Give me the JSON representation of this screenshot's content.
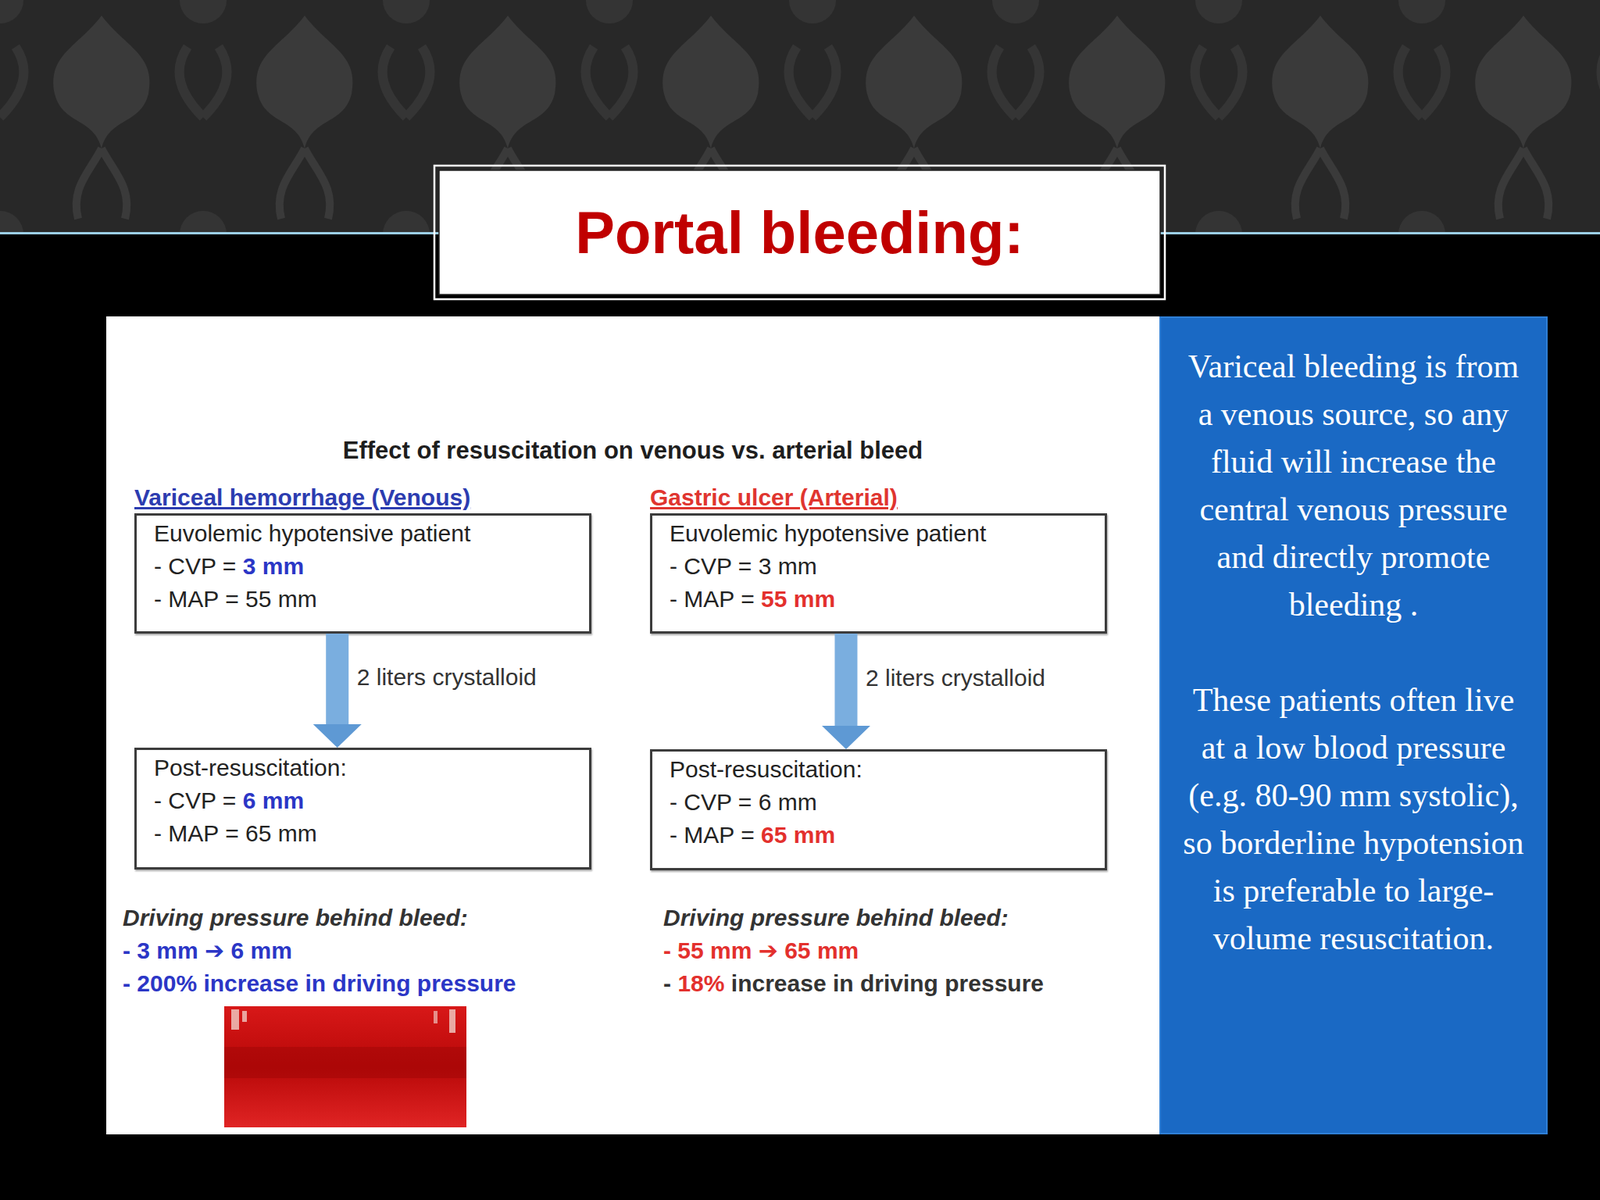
{
  "diagram": {
    "title": "Portal bleeding:",
    "nodes": [
      {
        "text": [
          "Euvolemic hypotensive patient",
          "- CVP =",
          "3 mm",
          "- MAP = 55 mm"
        ]
      },
      {
        "text": [
          "Euvolemic hypotensive patient",
          "- CVP = 3 mm",
          "- MAP =",
          "55 mm"
        ]
      },
      {
        "text": [
          "Post-resuscitation:",
          "- CVP =",
          "6 mm",
          "- MAP = 65 mm"
        ]
      },
      {
        "text": [
          "Post-resuscitation:",
          "- CVP = 6 mm",
          "- MAP =",
          "65 mm"
        ]
      },
      {
        "text": [
          "Variceal bleeding is from a venous source, so any fluid will increase the central venous pressure and directly promote bleeding .",
          "These patients often live at a low blood pressure (e.g. 80-90 mm systolic), so borderline hypotension is preferable to large-volume resuscitation."
        ]
      }
    ],
    "edges": [
      {
        "from": 0,
        "to": 2,
        "arrow": "to",
        "label": "2 liters crystalloid"
      },
      {
        "from": 1,
        "to": 3,
        "arrow": "to",
        "label": "2 liters crystalloid"
      }
    ],
    "labels": [
      "Effect of resuscitation on venous vs. arterial bleed",
      "Variceal hemorrhage (Venous)",
      "Gastric ulcer (Arterial)",
      "Driving pressure behind bleed:",
      "- 3 mm ➔ 6 mm",
      "- 200% increase in driving pressure",
      "Driving pressure behind bleed:",
      "- 55 mm ➔ 65 mm",
      "-",
      "18%",
      "increase in driving pressure"
    ]
  }
}
